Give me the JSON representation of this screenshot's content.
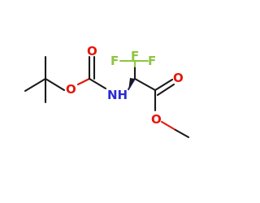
{
  "molecule": {
    "atoms": {
      "o_ester_single": "O",
      "o_carbamate_carbonyl": "O",
      "nh": "NH",
      "f_left": "F",
      "f_right": "F",
      "f_bottom": "F",
      "o_acid_carbonyl": "O",
      "o_methoxy": "O"
    },
    "colors": {
      "bond": "#1a1a1a",
      "oxygen": "#e3170a",
      "nitrogen": "#2a2ad4",
      "fluorine": "#8dc63f"
    }
  }
}
